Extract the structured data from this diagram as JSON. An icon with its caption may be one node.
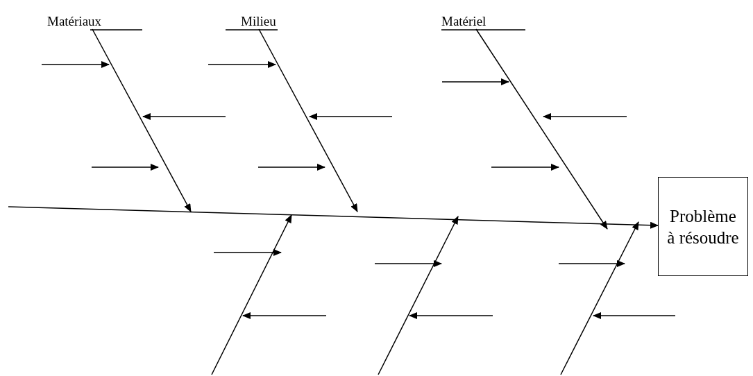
{
  "diagram": {
    "nodes": [
      {
        "text": [
          "Matériaux"
        ]
      },
      {
        "text": [
          "Milieu"
        ]
      },
      {
        "text": [
          "Matériel"
        ]
      },
      {
        "text": [
          "Problème à résoudre"
        ]
      }
    ],
    "edges": [
      {
        "from": null,
        "to": 3,
        "arrow": "to"
      },
      {
        "from": 0,
        "to": null,
        "arrow": "to"
      },
      {
        "from": 1,
        "to": null,
        "arrow": "to"
      },
      {
        "from": 2,
        "to": null,
        "arrow": "to"
      }
    ]
  }
}
